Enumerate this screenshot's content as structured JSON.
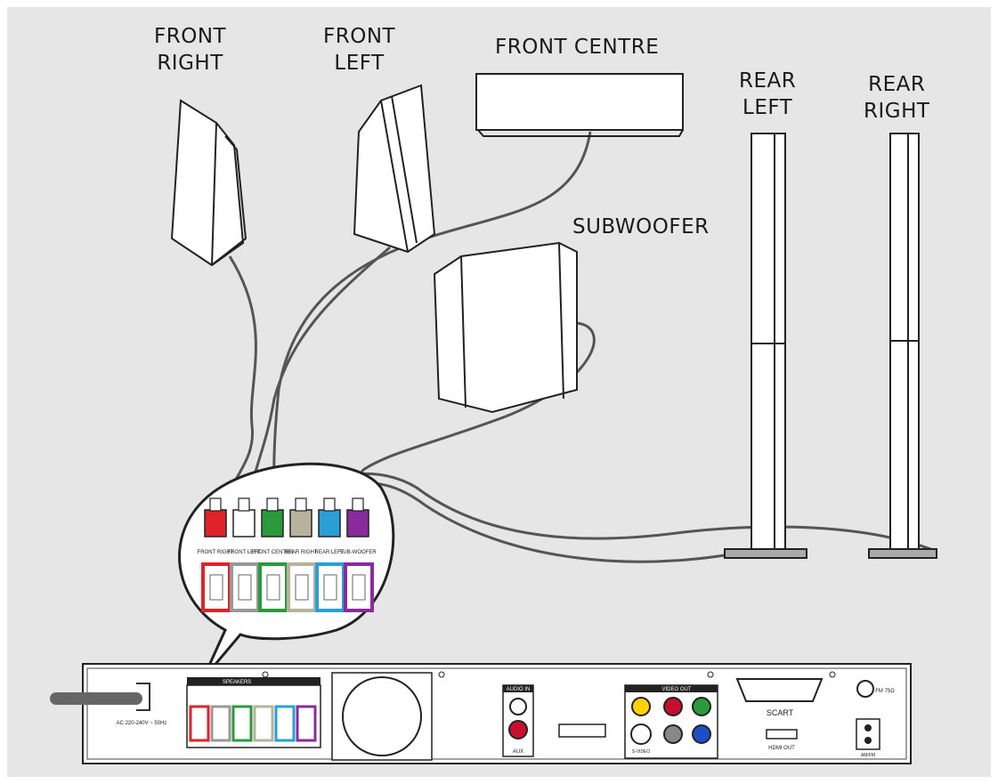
{
  "labels": {
    "front_right": [
      "FRONT",
      "RIGHT"
    ],
    "front_left": [
      "FRONT",
      "LEFT"
    ],
    "front_centre": "FRONT CENTRE",
    "subwoofer": "SUBWOOFER",
    "rear_left": [
      "REAR",
      "LEFT"
    ],
    "rear_right": [
      "REAR",
      "RIGHT"
    ]
  },
  "connector_panel": {
    "items": [
      {
        "label": "FRONT RIGHT",
        "color": "#e0222a"
      },
      {
        "label": "FRONT LEFT",
        "color": "#ffffff"
      },
      {
        "label": "FRONT CENTER",
        "color": "#2a9a3c"
      },
      {
        "label": "REAR RIGHT",
        "color": "#b8b29c"
      },
      {
        "label": "REAR LEFT",
        "color": "#2a9fd6"
      },
      {
        "label": "SUB-WOOFER",
        "color": "#8a2a9e"
      }
    ]
  },
  "back_panel": {
    "speakers_heading": "SPEAKERS",
    "power_text": "AC 220-240V ~ 50Hz",
    "audio_in_heading": "AUDIO IN",
    "aux_label": "AUX",
    "video_out_heading": "VIDEO OUT",
    "svideo_label": "S-VIDEO",
    "scart_label": "SCART",
    "hdmi_label": "HDMI OUT",
    "antenna_label": "FM 75Ω",
    "fm_am_label": "AM/FM"
  }
}
